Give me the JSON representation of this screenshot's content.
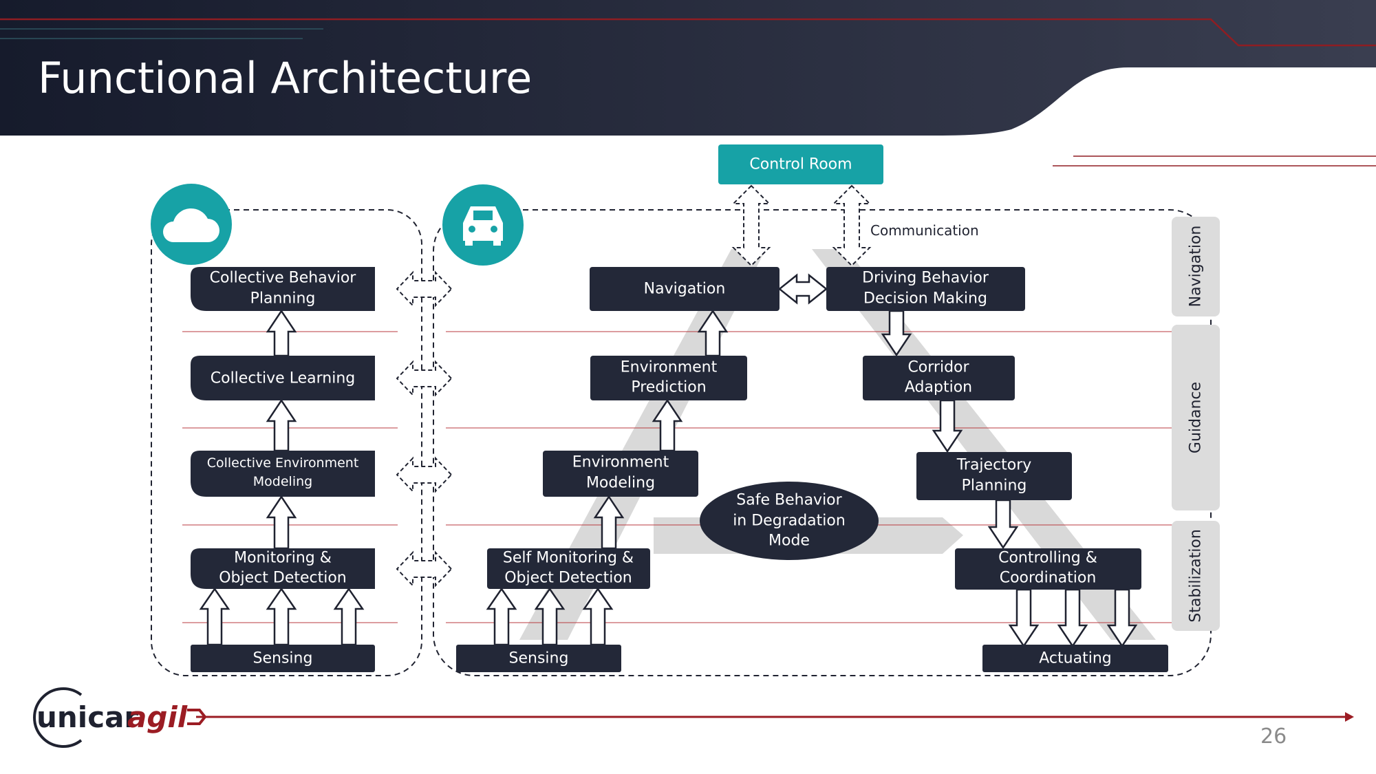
{
  "title": "Functional Architecture",
  "control_room": "Control Room",
  "communication": "Communication",
  "layers": [
    "Navigation",
    "Guidance",
    "Stabilization"
  ],
  "cloud": {
    "behavior_line1": "Collective Behavior",
    "behavior_line2": "Planning",
    "learning": "Collective Learning",
    "envmodel_line1": "Collective Environment",
    "envmodel_line2": "Modeling",
    "monitor_line1": "Monitoring &",
    "monitor_line2": "Object Detection",
    "sensing": "Sensing"
  },
  "vehicle": {
    "navigation": "Navigation",
    "decision_line1": "Driving Behavior",
    "decision_line2": "Decision Making",
    "envpred_line1": "Environment",
    "envpred_line2": "Prediction",
    "corridor_line1": "Corridor",
    "corridor_line2": "Adaption",
    "envmodel_line1": "Environment",
    "envmodel_line2": "Modeling",
    "trajectory_line1": "Trajectory",
    "trajectory_line2": "Planning",
    "safe_line1": "Safe Behavior",
    "safe_line2": "in Degradation",
    "safe_line3": "Mode",
    "selfmon_line1": "Self Monitoring &",
    "selfmon_line2": "Object Detection",
    "controlling_line1": "Controlling &",
    "controlling_line2": "Coordination",
    "sensing": "Sensing",
    "actuating": "Actuating"
  },
  "logo": {
    "part1": "unicar",
    "part2": "agil"
  },
  "page_number": "26",
  "colors": {
    "box": "#232838",
    "accent": "#17a2a6",
    "brand_red": "#9b1c23",
    "header": "#1c2133"
  },
  "icons": [
    "cloud-icon",
    "car-icon"
  ]
}
